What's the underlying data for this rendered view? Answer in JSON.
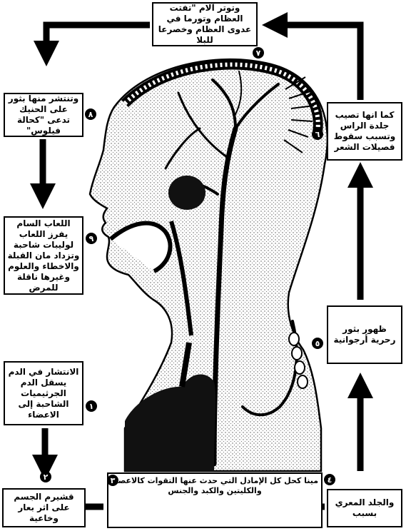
{
  "colors": {
    "ink": "#000000",
    "paper": "#ffffff",
    "stipple": "#555555"
  },
  "steps": [
    {
      "num": "١",
      "text": "الانتشار في الدم يسقل الدم الجرثيميات الشاحبة إلى الاعضاء"
    },
    {
      "num": "٢",
      "text": "قشيرم الجسم على اثر بعار وخاعية"
    },
    {
      "num": "٣",
      "text": "مينا كحل كل الإمادل التي حدث عنها التقوات كالاعصاء والكليتين والكبد والجنس"
    },
    {
      "num": "٤",
      "text": "والجلد المعري بسبب"
    },
    {
      "num": "٥",
      "text": "ظهور بثور رحرية أرجوانية"
    },
    {
      "num": "٦",
      "text": "كما انها تصيب جلدة الراس وتسبب سقوط فصيلات الشعر"
    },
    {
      "num": "٧",
      "text": "وتوتر آلام \"تفتت العظام وتورما في عدوى العظام وخصرعا للبلا"
    },
    {
      "num": "٨",
      "text": "وتنتشر منها بثور على الحنيك تدعى \"كحالة فيلوس\""
    },
    {
      "num": "٩",
      "text": "اللعاب السام يفرز اللعاب لوليبات شاحبة وتزداد مان القبلة والاخطاء والعلوم وغيرها ناقلة للمرض"
    }
  ]
}
